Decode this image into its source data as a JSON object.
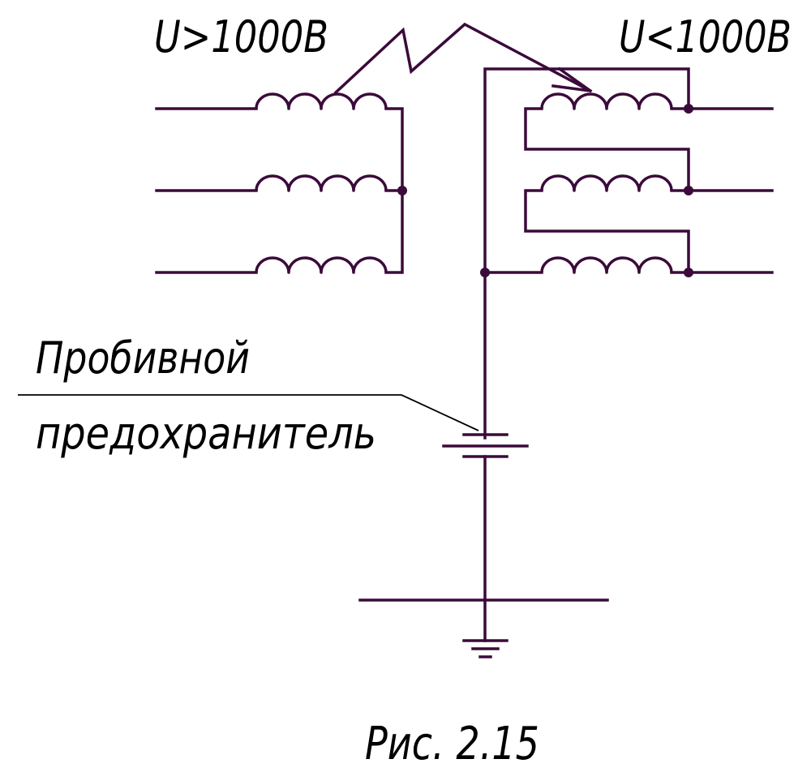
{
  "labels": {
    "high_voltage": "U>1000В",
    "low_voltage": "U<1000В",
    "fuse_line1": "Пробивной",
    "fuse_line2": "предохранитель",
    "caption": "Рис. 2.15"
  },
  "colors": {
    "wire": "#3b0a3a",
    "text": "#000000",
    "background": "#ffffff"
  }
}
